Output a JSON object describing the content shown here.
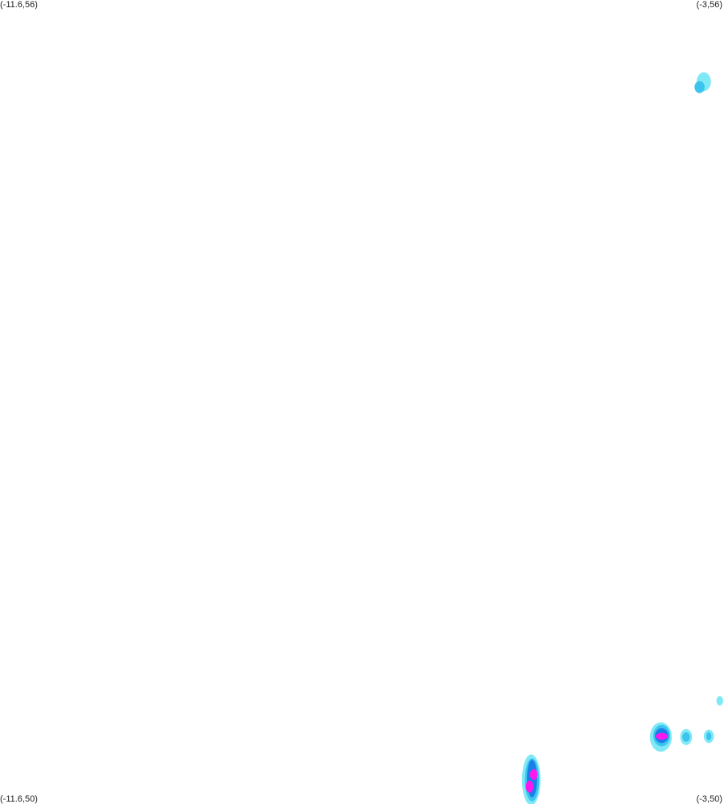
{
  "corners": {
    "top_left": "(-11.6,56)",
    "top_right": "(-3,56)",
    "bottom_left": "(-11.6,50)",
    "bottom_right": "(-3,50)"
  },
  "extent": {
    "lon_min": -11.6,
    "lon_max": -3,
    "lat_min": 50,
    "lat_max": 56
  },
  "colors": {
    "background": "#ffffff",
    "light": "#7fe9f6",
    "medium": "#3cc3ee",
    "strong": "#1b7fe8",
    "extreme": "#ff17f0"
  },
  "cells": [
    {
      "lon": -3.24,
      "lat": 55.39,
      "rx": 0.085,
      "ry": 0.07,
      "level": "light"
    },
    {
      "lon": -3.29,
      "lat": 55.35,
      "rx": 0.06,
      "ry": 0.045,
      "level": "medium"
    },
    {
      "lon": -3.05,
      "lat": 50.77,
      "rx": 0.04,
      "ry": 0.035,
      "level": "light"
    },
    {
      "lon": -3.75,
      "lat": 50.5,
      "rx": 0.13,
      "ry": 0.11,
      "level": "light"
    },
    {
      "lon": -3.74,
      "lat": 50.51,
      "rx": 0.1,
      "ry": 0.08,
      "level": "medium"
    },
    {
      "lon": -3.74,
      "lat": 50.51,
      "rx": 0.08,
      "ry": 0.055,
      "level": "strong"
    },
    {
      "lon": -3.74,
      "lat": 50.505,
      "rx": 0.07,
      "ry": 0.025,
      "level": "extreme"
    },
    {
      "lon": -3.45,
      "lat": 50.5,
      "rx": 0.07,
      "ry": 0.06,
      "level": "light"
    },
    {
      "lon": -3.45,
      "lat": 50.5,
      "rx": 0.045,
      "ry": 0.035,
      "level": "medium"
    },
    {
      "lon": -3.18,
      "lat": 50.505,
      "rx": 0.06,
      "ry": 0.05,
      "level": "light"
    },
    {
      "lon": -3.18,
      "lat": 50.505,
      "rx": 0.03,
      "ry": 0.03,
      "level": "medium"
    },
    {
      "lon": -5.29,
      "lat": 50.18,
      "rx": 0.11,
      "ry": 0.19,
      "level": "light"
    },
    {
      "lon": -5.28,
      "lat": 50.18,
      "rx": 0.085,
      "ry": 0.16,
      "level": "medium"
    },
    {
      "lon": -5.28,
      "lat": 50.19,
      "rx": 0.06,
      "ry": 0.14,
      "level": "strong"
    },
    {
      "lon": -5.26,
      "lat": 50.22,
      "rx": 0.045,
      "ry": 0.04,
      "level": "extreme"
    },
    {
      "lon": -5.31,
      "lat": 50.13,
      "rx": 0.045,
      "ry": 0.045,
      "level": "extreme"
    }
  ]
}
